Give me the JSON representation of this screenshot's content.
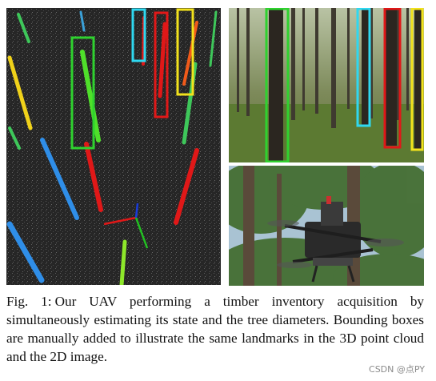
{
  "figure": {
    "panels": [
      {
        "id": "point-cloud",
        "kind": "3d-point-cloud"
      },
      {
        "id": "forest-photo",
        "kind": "2d-image"
      },
      {
        "id": "uav-photo",
        "kind": "uav-photo"
      }
    ],
    "box_colors": {
      "green": "#2fd22f",
      "cyan": "#2fd8f0",
      "red": "#e01818",
      "yellow": "#f2e21c"
    }
  },
  "caption": {
    "label": "Fig. 1:",
    "text": "Our UAV performing a timber inventory acquisition by simultaneously estimating its state and the tree diameters. Bounding boxes are manually added to illustrate the same landmarks in the 3D point cloud and the 2D image."
  },
  "watermark": "CSDN @点PY"
}
